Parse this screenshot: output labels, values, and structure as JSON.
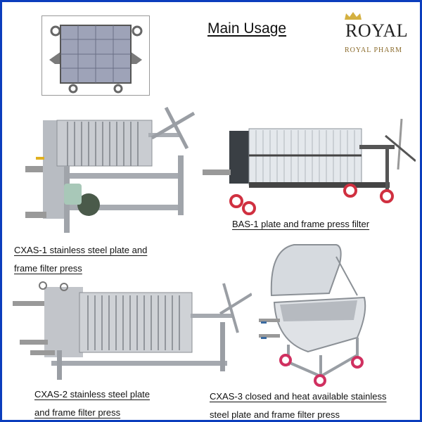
{
  "header": {
    "title": "Main Usage"
  },
  "logo": {
    "brand": "ROYAL",
    "subtitle": "ROYAL PHARM",
    "crown_color": "#d4b040",
    "subtitle_color": "#8a6a2a"
  },
  "frame": {
    "border_color": "#0b3dbd"
  },
  "products": [
    {
      "id": "filter-plate",
      "image": "filter-plate-icon",
      "caption_lines": []
    },
    {
      "id": "cxas-1",
      "image": "cxas1-filter-press-icon",
      "caption_lines": [
        "CXAS-1 stainless steel plate and",
        "frame filter press"
      ]
    },
    {
      "id": "bas-1",
      "image": "bas1-filter-press-icon",
      "caption_lines": [
        "BAS-1 plate and frame press filter"
      ]
    },
    {
      "id": "cxas-2",
      "image": "cxas2-filter-press-icon",
      "caption_lines": [
        "CXAS-2 stainless steel plate",
        "and frame filter press"
      ]
    },
    {
      "id": "cxas-3",
      "image": "cxas3-closed-filter-press-icon",
      "caption_lines": [
        "CXAS-3 closed and heat available stainless",
        "steel plate and frame filter press"
      ]
    }
  ]
}
